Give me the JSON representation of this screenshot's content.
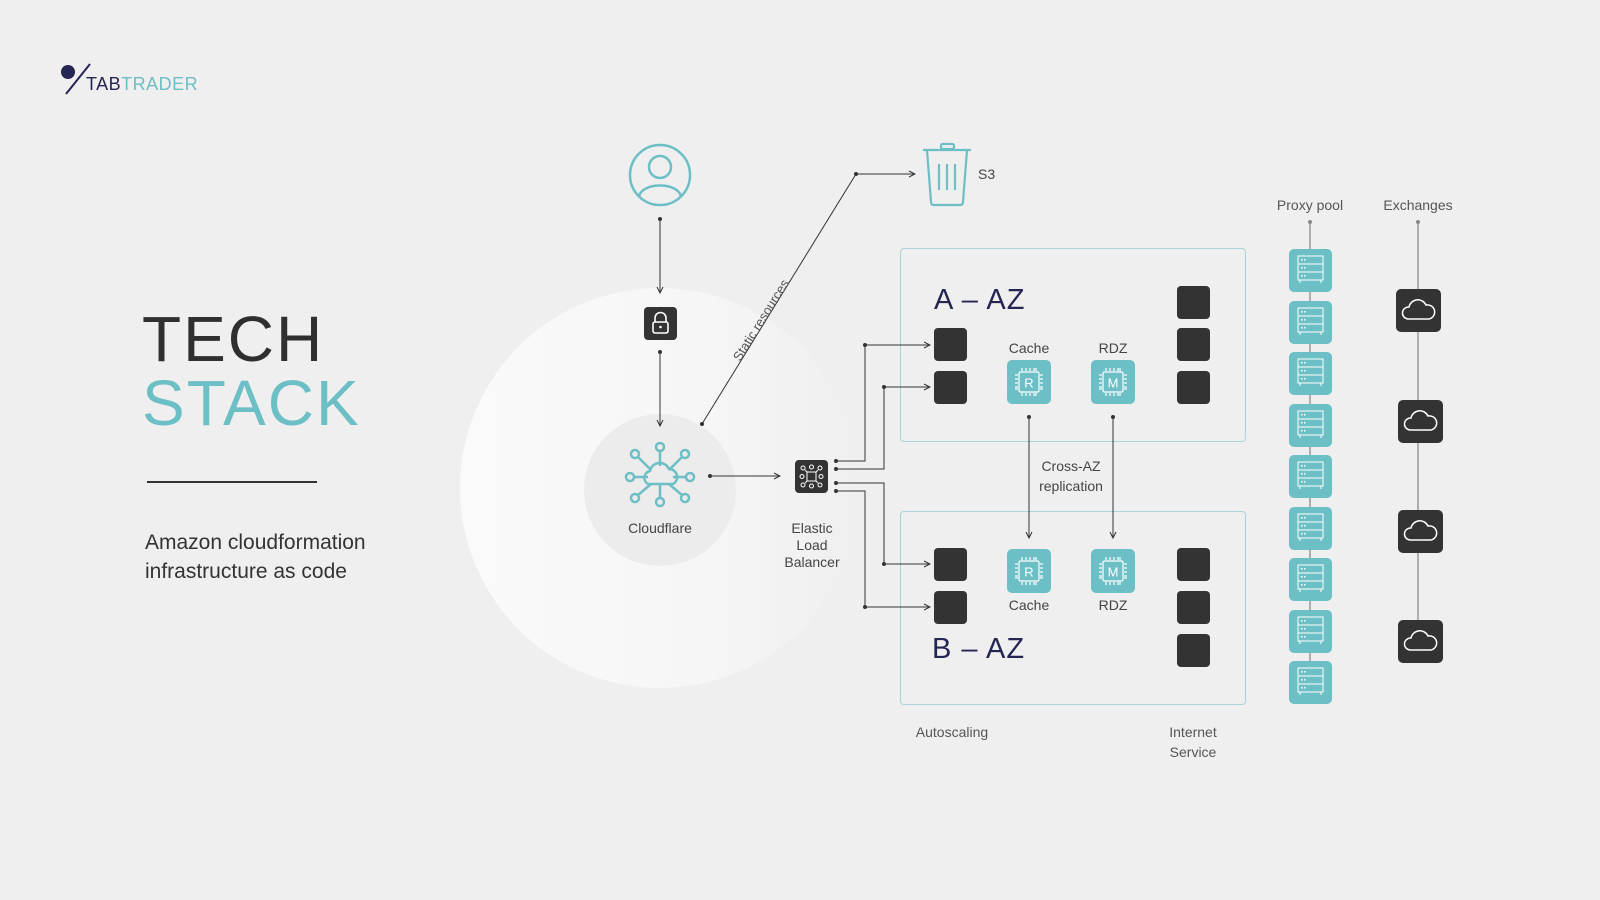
{
  "brand": {
    "logo_part1": "TAB",
    "logo_part2": "TRADER",
    "accent": "#6dbfc6",
    "navy": "#242553"
  },
  "heading": {
    "line1": "TECH",
    "line2": "STACK",
    "subtitle_line1": "Amazon cloudformation",
    "subtitle_line2": "infrastructure as code"
  },
  "diagram": {
    "user": {
      "icon": "user-icon"
    },
    "lock": {
      "icon": "lock-icon"
    },
    "cloudflare": {
      "label": "Cloudflare",
      "icon": "network-cloud-icon"
    },
    "elb": {
      "label_line1": "Elastic",
      "label_line2": "Load",
      "label_line3": "Balancer",
      "icon": "circuit-icon"
    },
    "static_resources": {
      "label": "Static resources"
    },
    "s3": {
      "label": "S3",
      "icon": "trash-bucket-icon"
    },
    "zone_a": {
      "title": "A – AZ",
      "cache_label": "Cache",
      "rdz_label": "RDZ",
      "cache_letter": "R",
      "rdz_letter": "M"
    },
    "zone_b": {
      "title": "B – AZ",
      "cache_label": "Cache",
      "rdz_label": "RDZ",
      "cache_letter": "R",
      "rdz_letter": "M"
    },
    "replication": {
      "line1": "Cross-AZ",
      "line2": "replication"
    },
    "autoscaling": {
      "label": "Autoscaling"
    },
    "internet_service": {
      "line1": "Internet",
      "line2": "Service"
    },
    "proxy_pool": {
      "label": "Proxy pool",
      "count": 9
    },
    "exchanges": {
      "label": "Exchanges",
      "count": 4
    }
  }
}
